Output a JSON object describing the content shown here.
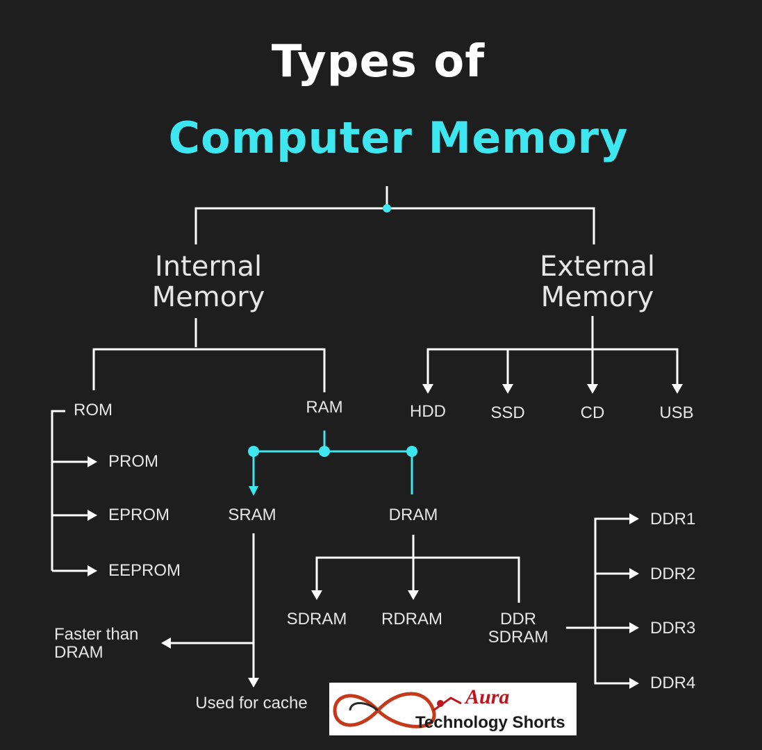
{
  "title": {
    "line1": "Types of",
    "line2": "Computer Memory"
  },
  "colors": {
    "background": "#1e1e1e",
    "accent": "#3ee6ef",
    "line": "#ffffff",
    "text": "#e6e6e6"
  },
  "internal": {
    "line1": "Internal",
    "line2": "Memory"
  },
  "external": {
    "line1": "External",
    "line2": "Memory"
  },
  "rom": {
    "label": "ROM",
    "children": [
      "PROM",
      "EPROM",
      "EEPROM"
    ]
  },
  "ram": {
    "label": "RAM"
  },
  "sram": {
    "label": "SRAM",
    "note_left_line1": "Faster than",
    "note_left_line2": "DRAM",
    "note_bottom": "Used for cache"
  },
  "dram": {
    "label": "DRAM",
    "children": [
      "SDRAM",
      "RDRAM"
    ],
    "ddr_line1": "DDR",
    "ddr_line2": "SDRAM"
  },
  "ddr_versions": [
    "DDR1",
    "DDR2",
    "DDR3",
    "DDR4"
  ],
  "external_children": [
    "HDD",
    "SSD",
    "CD",
    "USB"
  ],
  "logo": {
    "word1": "Aura",
    "word2": "Technology Shorts"
  }
}
